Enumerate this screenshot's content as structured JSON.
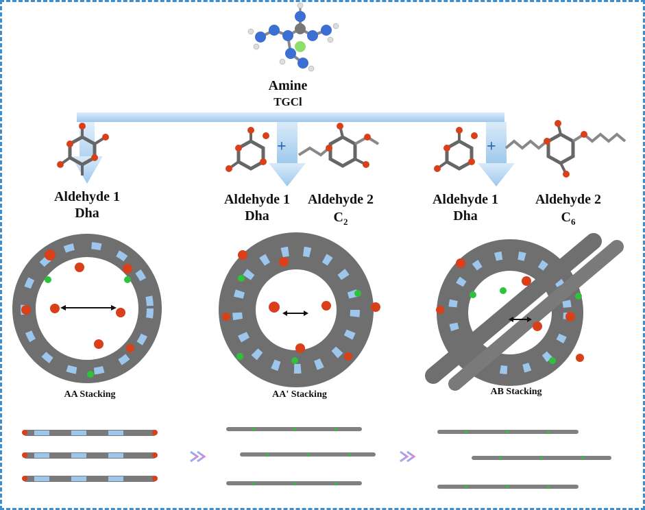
{
  "amine": {
    "title": "Amine",
    "abbrev": "TGCl"
  },
  "columns": [
    {
      "aldehyde1": "Aldehyde 1",
      "aldehyde1_abbrev": "Dha",
      "stacking": "AA Stacking"
    },
    {
      "aldehyde1": "Aldehyde 1",
      "aldehyde1_abbrev": "Dha",
      "aldehyde2": "Aldehyde 2",
      "aldehyde2_abbrev_base": "C",
      "aldehyde2_abbrev_sub": "2",
      "stacking": "AA' Stacking"
    },
    {
      "aldehyde1": "Aldehyde 1",
      "aldehyde1_abbrev": "Dha",
      "aldehyde2": "Aldehyde 2",
      "aldehyde2_abbrev_base": "C",
      "aldehyde2_abbrev_sub": "6",
      "stacking": "AB Stacking"
    }
  ],
  "plus_sign": "+",
  "colors": {
    "border": "#3b8fd0",
    "arrow": "#a9cfee",
    "carbon": "#5a5a5a",
    "oxygen": "#d9401a",
    "nitrogen": "#8fbfe8",
    "chlorine": "#2ec23a",
    "hydrogen": "#eeeeee"
  }
}
